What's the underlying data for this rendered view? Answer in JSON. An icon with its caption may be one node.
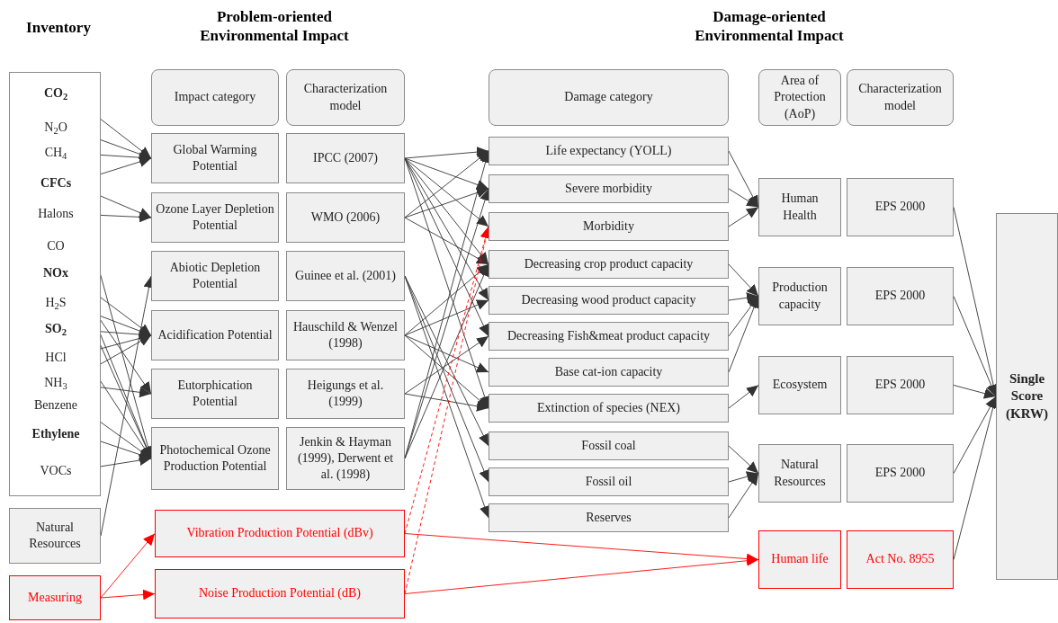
{
  "diagram": {
    "nodes": [
      {
        "text": [],
        "shape": "box"
      },
      {
        "text": [
          "CO$_{2}$"
        ],
        "in": 0
      },
      {
        "text": [
          "N$_{2}$O"
        ],
        "in": 0
      },
      {
        "text": [
          "CH$_{4}$"
        ],
        "in": 0
      },
      {
        "text": [
          "CFCs"
        ],
        "in": 0
      },
      {
        "text": [
          "Halons"
        ],
        "in": 0
      },
      {
        "text": [
          "CO"
        ],
        "in": 0
      },
      {
        "text": [
          "NOx"
        ],
        "in": 0
      },
      {
        "text": [
          "H$_{2}$S"
        ],
        "in": 0
      },
      {
        "text": [
          "SO$_{2}$"
        ],
        "in": 0
      },
      {
        "text": [
          "HCl"
        ],
        "in": 0
      },
      {
        "text": [
          "NH$_{3}$"
        ],
        "in": 0
      },
      {
        "text": [
          "Benzene"
        ],
        "in": 0
      },
      {
        "text": [
          "Ethylene"
        ],
        "in": 0
      },
      {
        "text": [
          "VOCs"
        ],
        "in": 0
      },
      {
        "text": [
          "Natural Resources"
        ]
      },
      {
        "text": [
          "Measuring"
        ]
      },
      {
        "text": [
          "Impact category"
        ]
      },
      {
        "text": [
          "Characterization model"
        ]
      },
      {
        "text": [
          "Damage category"
        ]
      },
      {
        "text": [
          "Area of Protection (AoP)"
        ]
      },
      {
        "text": [
          "Characterization model"
        ]
      },
      {
        "text": [
          "Global Warming Potential"
        ]
      },
      {
        "text": [
          "IPCC (2007)"
        ]
      },
      {
        "text": [
          "Ozone Layer Depletion Potential"
        ]
      },
      {
        "text": [
          "WMO (2006)"
        ]
      },
      {
        "text": [
          "Abiotic Depletion Potential"
        ]
      },
      {
        "text": [
          "Guinee et al. (2001)"
        ]
      },
      {
        "text": [
          "Acidification Potential"
        ]
      },
      {
        "text": [
          "Hauschild & Wenzel (1998)"
        ]
      },
      {
        "text": [
          "Eutorphication Potential"
        ]
      },
      {
        "text": [
          "Heigungs et al. (1999)"
        ]
      },
      {
        "text": [
          "Photochemical Ozone Production Potential"
        ]
      },
      {
        "text": [
          "Jenkin & Hayman (1999), Derwent et al. (1998)"
        ]
      },
      {
        "text": [
          "Vibration Production Potential (dBv)"
        ]
      },
      {
        "text": [
          "Noise Production Potential (dB)"
        ]
      },
      {
        "text": [
          "Life expectancy (YOLL)"
        ]
      },
      {
        "text": [
          "Severe morbidity"
        ]
      },
      {
        "text": [
          "Morbidity"
        ]
      },
      {
        "text": [
          "Decreasing crop product capacity"
        ]
      },
      {
        "text": [
          "Decreasing wood product capacity"
        ]
      },
      {
        "text": [
          "Decreasing Fish&meat product capacity"
        ]
      },
      {
        "text": [
          "Base cat-ion capacity"
        ]
      },
      {
        "text": [
          "Extinction of species (NEX)"
        ]
      },
      {
        "text": [
          "Fossil coal"
        ]
      },
      {
        "text": [
          "Fossil oil"
        ]
      },
      {
        "text": [
          "Reserves"
        ]
      },
      {
        "text": [
          "Human Health"
        ]
      },
      {
        "text": [
          "EPS 2000"
        ]
      },
      {
        "text": [
          "Production capacity"
        ]
      },
      {
        "text": [
          "EPS 2000"
        ]
      },
      {
        "text": [
          "Ecosystem"
        ]
      },
      {
        "text": [
          "EPS 2000"
        ]
      },
      {
        "text": [
          "Natural Resources"
        ]
      },
      {
        "text": [
          "EPS 2000"
        ]
      },
      {
        "text": [
          "Human life"
        ]
      },
      {
        "text": [
          "Act No. 8955"
        ]
      },
      {
        "text": [
          "Single Score (KRW)"
        ]
      }
    ],
    "edges": [
      {
        "from": 1,
        "to": 22,
        "arrow": "to"
      },
      {
        "from": 2,
        "to": 22,
        "arrow": "to"
      },
      {
        "from": 3,
        "to": 22,
        "arrow": "to"
      },
      {
        "from": 4,
        "to": 22,
        "arrow": "to"
      },
      {
        "from": 4,
        "to": 24,
        "arrow": "to"
      },
      {
        "from": 5,
        "to": 24,
        "arrow": "to"
      },
      {
        "from": 15,
        "to": 26,
        "arrow": "to"
      },
      {
        "from": 7,
        "to": 28,
        "arrow": "to"
      },
      {
        "from": 8,
        "to": 28,
        "arrow": "to"
      },
      {
        "from": 9,
        "to": 28,
        "arrow": "to"
      },
      {
        "from": 10,
        "to": 28,
        "arrow": "to"
      },
      {
        "from": 11,
        "to": 28,
        "arrow": "to"
      },
      {
        "from": 7,
        "to": 30,
        "arrow": "to"
      },
      {
        "from": 11,
        "to": 30,
        "arrow": "to"
      },
      {
        "from": 3,
        "to": 32,
        "arrow": "to"
      },
      {
        "from": 6,
        "to": 32,
        "arrow": "to"
      },
      {
        "from": 7,
        "to": 32,
        "arrow": "to"
      },
      {
        "from": 9,
        "to": 32,
        "arrow": "to"
      },
      {
        "from": 12,
        "to": 32,
        "arrow": "to"
      },
      {
        "from": 13,
        "to": 32,
        "arrow": "to"
      },
      {
        "from": 14,
        "to": 32,
        "arrow": "to"
      },
      {
        "from": 16,
        "to": 34,
        "arrow": "to",
        "color": "#ff0000"
      },
      {
        "from": 16,
        "to": 35,
        "arrow": "to",
        "color": "#ff0000"
      },
      {
        "from": 23,
        "to": 36,
        "arrow": "to"
      },
      {
        "from": 23,
        "to": 37,
        "arrow": "to"
      },
      {
        "from": 23,
        "to": 38,
        "arrow": "to"
      },
      {
        "from": 23,
        "to": 39,
        "arrow": "to"
      },
      {
        "from": 23,
        "to": 40,
        "arrow": "to"
      },
      {
        "from": 23,
        "to": 41,
        "arrow": "to"
      },
      {
        "from": 23,
        "to": 43,
        "arrow": "to"
      },
      {
        "from": 25,
        "to": 36,
        "arrow": "to"
      },
      {
        "from": 25,
        "to": 37,
        "arrow": "to"
      },
      {
        "from": 25,
        "to": 39,
        "arrow": "to"
      },
      {
        "from": 27,
        "to": 44,
        "arrow": "to"
      },
      {
        "from": 27,
        "to": 45,
        "arrow": "to"
      },
      {
        "from": 27,
        "to": 46,
        "arrow": "to"
      },
      {
        "from": 29,
        "to": 39,
        "arrow": "to"
      },
      {
        "from": 29,
        "to": 40,
        "arrow": "to"
      },
      {
        "from": 29,
        "to": 42,
        "arrow": "to"
      },
      {
        "from": 29,
        "to": 43,
        "arrow": "to"
      },
      {
        "from": 31,
        "to": 41,
        "arrow": "to"
      },
      {
        "from": 31,
        "to": 43,
        "arrow": "to"
      },
      {
        "from": 33,
        "to": 36,
        "arrow": "to"
      },
      {
        "from": 33,
        "to": 37,
        "arrow": "to"
      },
      {
        "from": 33,
        "to": 39,
        "arrow": "to"
      },
      {
        "from": 34,
        "to": 38,
        "arrow": "to",
        "style": "dashed",
        "color": "#ff0000"
      },
      {
        "from": 35,
        "to": 38,
        "arrow": "to",
        "style": "dashed",
        "color": "#ff0000"
      },
      {
        "from": 34,
        "to": 55,
        "arrow": "to",
        "color": "#ff0000"
      },
      {
        "from": 35,
        "to": 55,
        "arrow": "to",
        "color": "#ff0000"
      },
      {
        "from": 36,
        "to": 47,
        "arrow": "to"
      },
      {
        "from": 37,
        "to": 47,
        "arrow": "to"
      },
      {
        "from": 38,
        "to": 47,
        "arrow": "to"
      },
      {
        "from": 39,
        "to": 49,
        "arrow": "to"
      },
      {
        "from": 40,
        "to": 49,
        "arrow": "to"
      },
      {
        "from": 41,
        "to": 49,
        "arrow": "to"
      },
      {
        "from": 42,
        "to": 49,
        "arrow": "to"
      },
      {
        "from": 43,
        "to": 51,
        "arrow": "to"
      },
      {
        "from": 44,
        "to": 53,
        "arrow": "to"
      },
      {
        "from": 45,
        "to": 53,
        "arrow": "to"
      },
      {
        "from": 46,
        "to": 53,
        "arrow": "to"
      },
      {
        "from": 48,
        "to": 57,
        "arrow": "to"
      },
      {
        "from": 50,
        "to": 57,
        "arrow": "to"
      },
      {
        "from": 52,
        "to": 57,
        "arrow": "to"
      },
      {
        "from": 54,
        "to": 57,
        "arrow": "to"
      },
      {
        "from": 56,
        "to": 57,
        "arrow": "to"
      }
    ],
    "labels": [
      "Inventory",
      "Problem-oriented Environmental Impact",
      "Damage-oriented Environmental Impact"
    ]
  }
}
